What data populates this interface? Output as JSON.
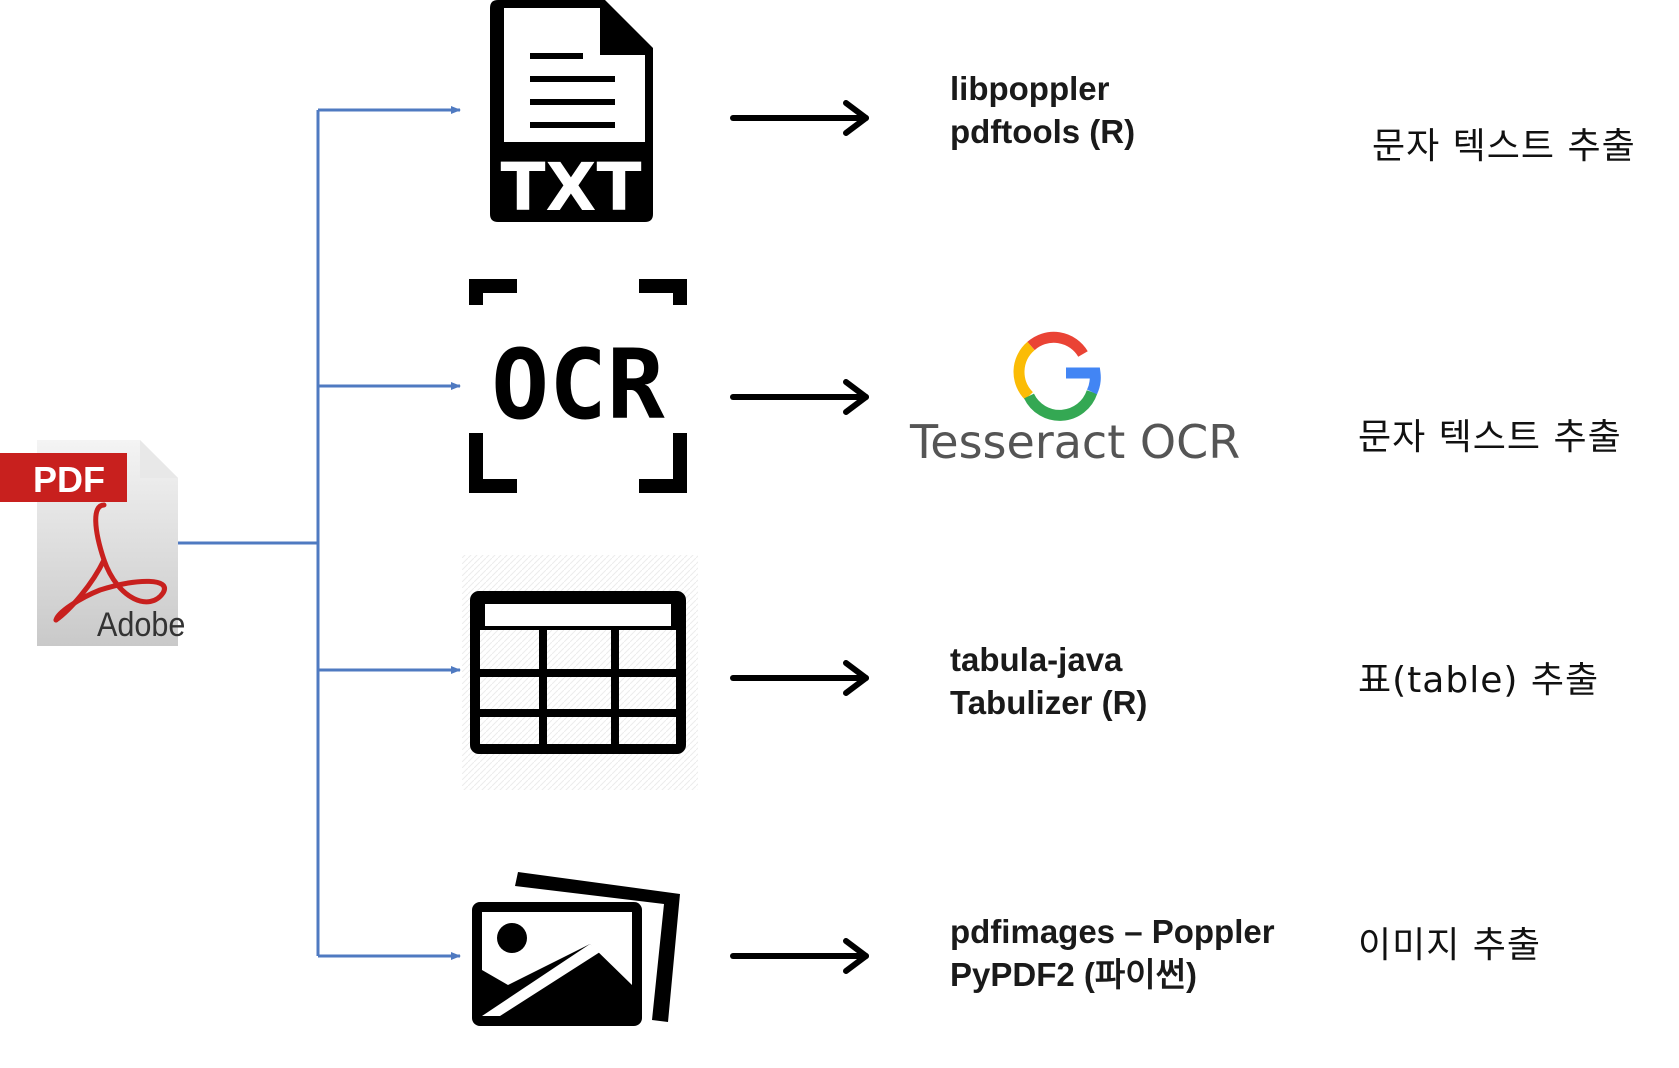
{
  "pdf_icon": {
    "badge": "PDF",
    "brand": "Adobe"
  },
  "txt_icon": {
    "label": "TXT"
  },
  "ocr_icon": {
    "label": "OCR"
  },
  "tesseract": {
    "label": "Tesseract OCR"
  },
  "rows": [
    {
      "tools": [
        "libpoppler",
        "pdftools (R)"
      ],
      "result": "문자 텍스트 추출"
    },
    {
      "tools": [],
      "result": "문자 텍스트 추출"
    },
    {
      "tools": [
        "tabula-java",
        "Tabulizer (R)"
      ],
      "result": "표(table) 추출"
    },
    {
      "tools": [
        "pdfimages – Poppler",
        "PyPDF2 (파이썬)"
      ],
      "result": "이미지 추출"
    }
  ],
  "colors": {
    "connector": "#4f7ac1",
    "pdf_red": "#c8201e",
    "icon": "#000000"
  }
}
